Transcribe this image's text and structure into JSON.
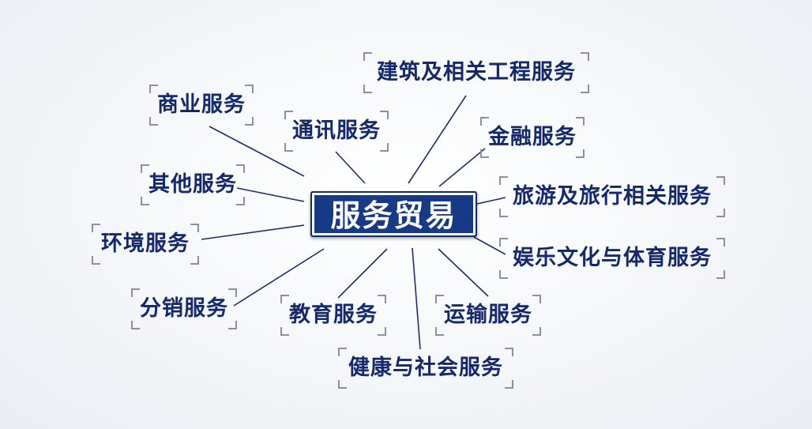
{
  "diagram": {
    "center": "服务贸易",
    "nodes": [
      {
        "id": "construction",
        "label": "建筑及相关工程服务"
      },
      {
        "id": "business",
        "label": "商业服务"
      },
      {
        "id": "communication",
        "label": "通讯服务"
      },
      {
        "id": "finance",
        "label": "金融服务"
      },
      {
        "id": "other",
        "label": "其他服务"
      },
      {
        "id": "tourism",
        "label": "旅游及旅行相关服务"
      },
      {
        "id": "environment",
        "label": "环境服务"
      },
      {
        "id": "entertainment",
        "label": "娱乐文化与体育服务"
      },
      {
        "id": "distribution",
        "label": "分销服务"
      },
      {
        "id": "education",
        "label": "教育服务"
      },
      {
        "id": "transport",
        "label": "运输服务"
      },
      {
        "id": "health",
        "label": "健康与社会服务"
      }
    ]
  },
  "colors": {
    "center_bg": "#173a86",
    "node_text": "#14286a",
    "line": "#1d2f66",
    "bracket": "#8a919d"
  }
}
